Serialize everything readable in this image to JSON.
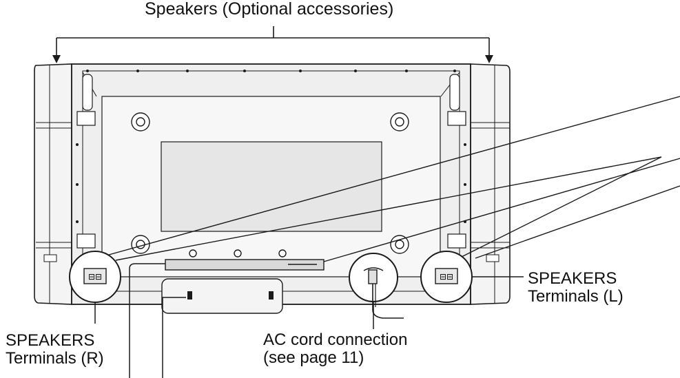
{
  "labels": {
    "speakers_optional": "Speakers (Optional accessories)",
    "speakers_terminals_left_line1": "SPEAKERS",
    "speakers_terminals_left_line2": "Terminals (L)",
    "speakers_terminals_right_line1": "SPEAKERS",
    "speakers_terminals_right_line2": "Terminals (R)",
    "ac_cord_line1": "AC cord connection",
    "ac_cord_line2": "(see page 11)"
  },
  "terminal_badge": "⊟⊟",
  "colors": {
    "line": "#1a1a1a",
    "panel_fill": "#f4f4f4",
    "panel_shade": "#e2e2e2",
    "background": "#ffffff"
  }
}
